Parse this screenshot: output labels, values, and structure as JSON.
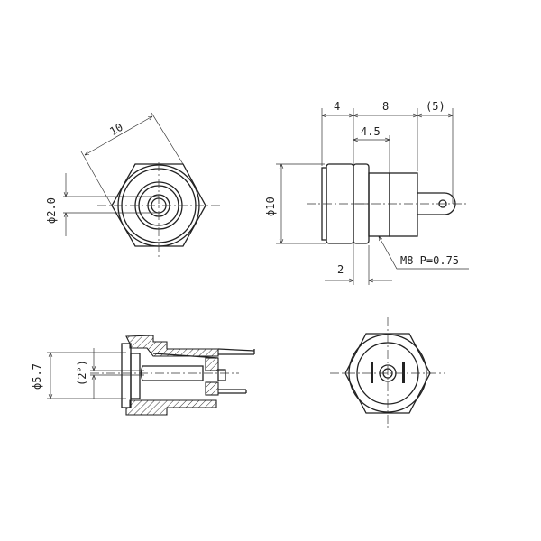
{
  "drawing": {
    "front_view": {
      "across_flats": "10",
      "hole_diameter": "ϕ2.0"
    },
    "side_view": {
      "dim_flange": "4",
      "dim_body": "8",
      "dim_pin": "(5)",
      "dim_thread": "4.5",
      "dim_diameter": "ϕ10",
      "thread_spec": "M8 P=0.75",
      "dim_nut": "2"
    },
    "section_view": {
      "dim_bore": "ϕ5.7",
      "dim_pin": "(2°)"
    },
    "rear_view": {}
  }
}
